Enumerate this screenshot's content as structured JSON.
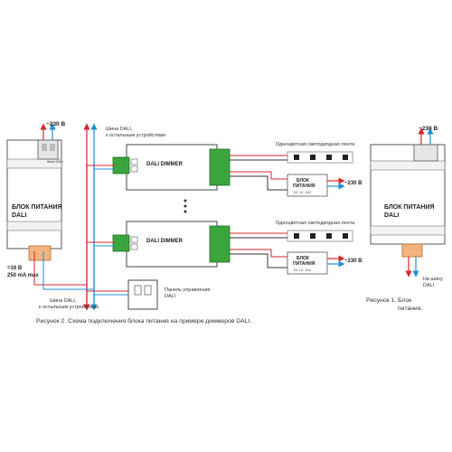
{
  "psu_left": {
    "mains": "~230 В",
    "title_line1": "БЛОК ПИТАНИЯ",
    "title_line2": "DALI",
    "spec_line1": "=16 В",
    "spec_line2": "250 mA max",
    "small_label": "Шина DALI"
  },
  "bus_top_label_line1": "Шина DALI,",
  "bus_top_label_line2": "к остальным устройствам",
  "bus_bottom_label_line1": "Шина DALI,",
  "bus_bottom_label_line2": "к остальным устройствам",
  "dimmers": [
    {
      "title": "DALI DIMMER",
      "strip_label": "Одноцветная светодиодная лента",
      "supply_line1": "БЛОК",
      "supply_line2": "ПИТАНИЯ",
      "supply_spec": "DC 12...24V",
      "supply_mains": "~230 В"
    },
    {
      "title": "DALI DIMMER",
      "strip_label": "Одноцветная светодиодная лента",
      "supply_line1": "БЛОК",
      "supply_line2": "ПИТАНИЯ",
      "supply_spec": "DC 12...24V",
      "supply_mains": "~230 В"
    }
  ],
  "panel_label_line1": "Панель управления",
  "panel_label_line2": "DALI",
  "psu_right": {
    "mains": "~230 В",
    "title_line1": "БЛОК ПИТАНИЯ",
    "title_line2": "DALI",
    "bus_line1": "На шину",
    "bus_line2": "DALI"
  },
  "caption_fig2": "Рисунок 2. Схема подключения блока питания на примере диммеров DALI.",
  "caption_fig1_line1": "Рисунок 1. Блок",
  "caption_fig1_line2": "питания."
}
